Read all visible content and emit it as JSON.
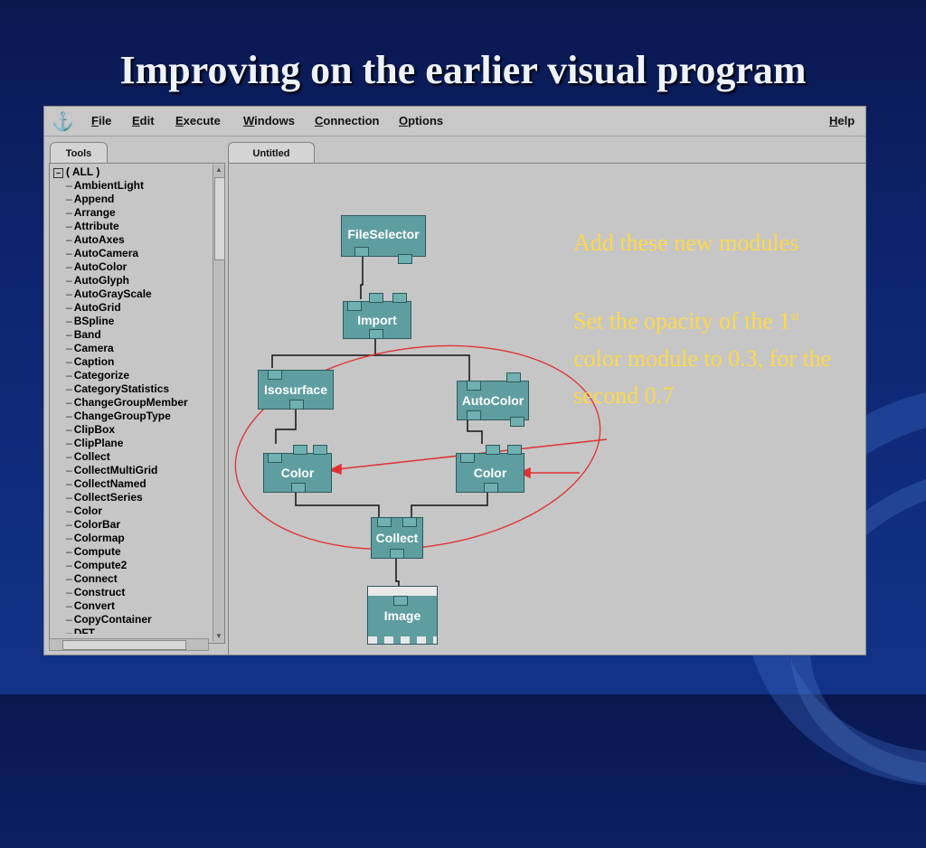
{
  "slide": {
    "title": "Improving on the earlier visual program"
  },
  "colors": {
    "background": "#0d2570",
    "title": "#eef2ff",
    "annotation": "#ffd84a",
    "module": "#5f9ea0",
    "window": "#c6c6c6",
    "ellipse": "#e03030",
    "arrow": "#e03030"
  },
  "menu": {
    "anchor_icon": "anchor-icon",
    "file": "File",
    "edit": "Edit",
    "execute": "Execute",
    "windows": "Windows",
    "connection": "Connection",
    "options": "Options",
    "help": "Help"
  },
  "tabs": {
    "tools": "Tools",
    "untitled": "Untitled"
  },
  "tools": {
    "root": "( ALL )",
    "items": [
      "AmbientLight",
      "Append",
      "Arrange",
      "Attribute",
      "AutoAxes",
      "AutoCamera",
      "AutoColor",
      "AutoGlyph",
      "AutoGrayScale",
      "AutoGrid",
      "BSpline",
      "Band",
      "Camera",
      "Caption",
      "Categorize",
      "CategoryStatistics",
      "ChangeGroupMember",
      "ChangeGroupType",
      "ClipBox",
      "ClipPlane",
      "Collect",
      "CollectMultiGrid",
      "CollectNamed",
      "CollectSeries",
      "Color",
      "ColorBar",
      "Colormap",
      "Compute",
      "Compute2",
      "Connect",
      "Construct",
      "Convert",
      "CopyContainer",
      "DFT"
    ]
  },
  "modules": {
    "fileselector": "FileSelector",
    "import": "Import",
    "isosurface": "Isosurface",
    "autocolor": "AutoColor",
    "color1": "Color",
    "color2": "Color",
    "collect": "Collect",
    "image": "Image"
  },
  "annotation": {
    "line1": "Add these new modules",
    "line2a": "Set the opacity of the 1",
    "line2sup": "st",
    "line2b": " color module to 0.3, for the second 0.7"
  }
}
